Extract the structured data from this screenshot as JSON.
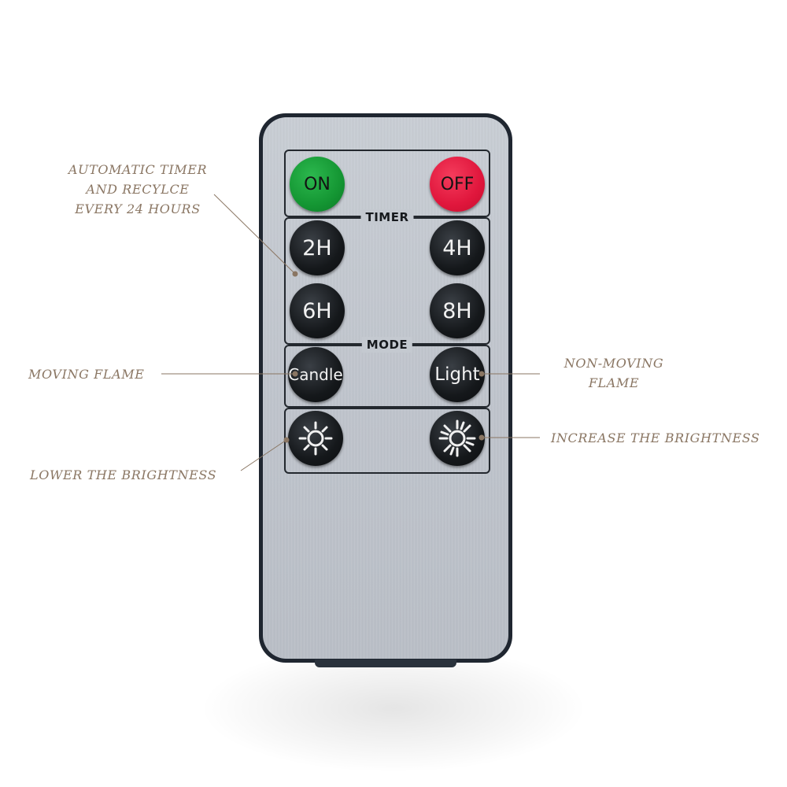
{
  "remote": {
    "buttons": {
      "on": "ON",
      "off": "OFF",
      "timer_2h": "2H",
      "timer_4h": "4H",
      "timer_6h": "6H",
      "timer_8h": "8H",
      "candle": "Candle",
      "light": "Light"
    },
    "panels": {
      "timer_label": "TIMER",
      "mode_label": "MODE"
    },
    "icons": {
      "brightness_down": "sun-small-icon",
      "brightness_up": "sun-large-icon"
    }
  },
  "callouts": {
    "timer": [
      "AUTOMATIC TIMER",
      "AND RECYLCE",
      "EVERY 24 HOURS"
    ],
    "moving_flame": "MOVING FLAME",
    "non_moving_flame": [
      "NON-MOVING",
      "FLAME"
    ],
    "lower_brightness": "LOWER THE BRIGHTNESS",
    "increase_brightness": "INCREASE THE BRIGHTNESS"
  },
  "colors": {
    "callout_text": "#8a7663",
    "on_button": "#149633",
    "off_button": "#e0163c",
    "remote_body": "#c4c9d0"
  }
}
